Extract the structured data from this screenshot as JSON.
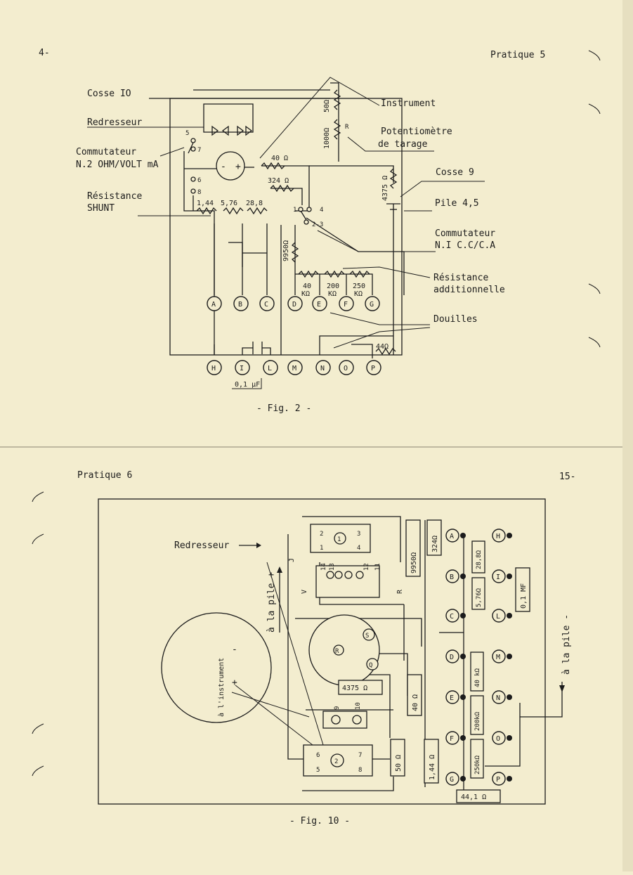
{
  "top": {
    "page_number": "4-",
    "page_title": "Pratique 5",
    "labels": {
      "cosse10": "Cosse IO",
      "instrument": "Instrument",
      "redresseur": "Redresseur",
      "potentiometre_1": "Potentiomètre",
      "potentiometre_2": "de tarage",
      "commutateur_1": "Commutateur",
      "commutateur_2": "N.2 OHM/VOLT mA",
      "cosse9": "Cosse 9",
      "pile": "Pile 4,5",
      "resistance_shunt_1": "Résistance",
      "resistance_shunt_2": "SHUNT",
      "commutateur_n1_1": "Commutateur",
      "commutateur_n1_2": "N.I  C.C/C.A",
      "resistance_add_1": "Résistance",
      "resistance_add_2": "additionnelle",
      "douilles": "Douilles"
    },
    "values": {
      "r50": "50Ω",
      "r1000": "1000Ω",
      "r_letter": "R",
      "r40": "40 Ω",
      "r324": "324 Ω",
      "r4375": "4375 Ω",
      "r9950": "9950Ω",
      "r144": "1,44",
      "r576": "5,76",
      "r288": "28,8",
      "k40a": "40",
      "k40b": "KΩ",
      "k200a": "200",
      "k200b": "KΩ",
      "k250a": "250",
      "k250b": "KΩ",
      "r44": "44Ω",
      "cap": "0,1 µF",
      "sw5": "5",
      "sw7": "7",
      "sw6": "6",
      "sw8": "8",
      "sw1": "1",
      "sw4": "4",
      "sw23": "2-3",
      "minus": "-",
      "plus": "+"
    },
    "jacks_row1": [
      "A",
      "B",
      "C",
      "D",
      "E",
      "F",
      "G"
    ],
    "jacks_row2": [
      "H",
      "I",
      "L",
      "M",
      "N",
      "O",
      "P"
    ],
    "caption": "- Fig. 2 -"
  },
  "bottom": {
    "page_title": "Pratique 6",
    "page_number": "15-",
    "labels": {
      "redresseur": "Redresseur",
      "a_la_pile_plus": "à la pile +",
      "a_la_pile_minus": "à la pile -",
      "a_linstrument": "à l'instrument",
      "minus": "-",
      "plus": "+"
    },
    "resistors": {
      "r9950": "9950Ω",
      "r324": "324Ω",
      "r288": "28,8Ω",
      "r576": "5,76Ω",
      "cap": "0,1 MF",
      "r4375": "4375 Ω",
      "r40": "40 Ω",
      "r40k": "40 kΩ",
      "r200k": "200kΩ",
      "r250k": "250kΩ",
      "r50": "50 Ω",
      "r144": "1,44 Ω",
      "r441": "44,1 Ω"
    },
    "switch1": {
      "mark": "1",
      "pins": [
        "2",
        "3",
        "1",
        "4"
      ]
    },
    "switch2": {
      "mark": "2",
      "pins": [
        "6",
        "7",
        "5",
        "8"
      ]
    },
    "pins_top": [
      "14",
      "13",
      "12",
      "11"
    ],
    "side_letters": [
      "J",
      "V",
      "R"
    ],
    "cosse_labels": [
      "9",
      "10"
    ],
    "pot_labels": [
      "R",
      "S",
      "Q"
    ],
    "jacks_left": [
      "A",
      "B",
      "C",
      "D",
      "E",
      "F",
      "G"
    ],
    "jacks_right": [
      "H",
      "I",
      "L",
      "M",
      "N",
      "O",
      "P"
    ],
    "caption": "- Fig. 10 -"
  }
}
